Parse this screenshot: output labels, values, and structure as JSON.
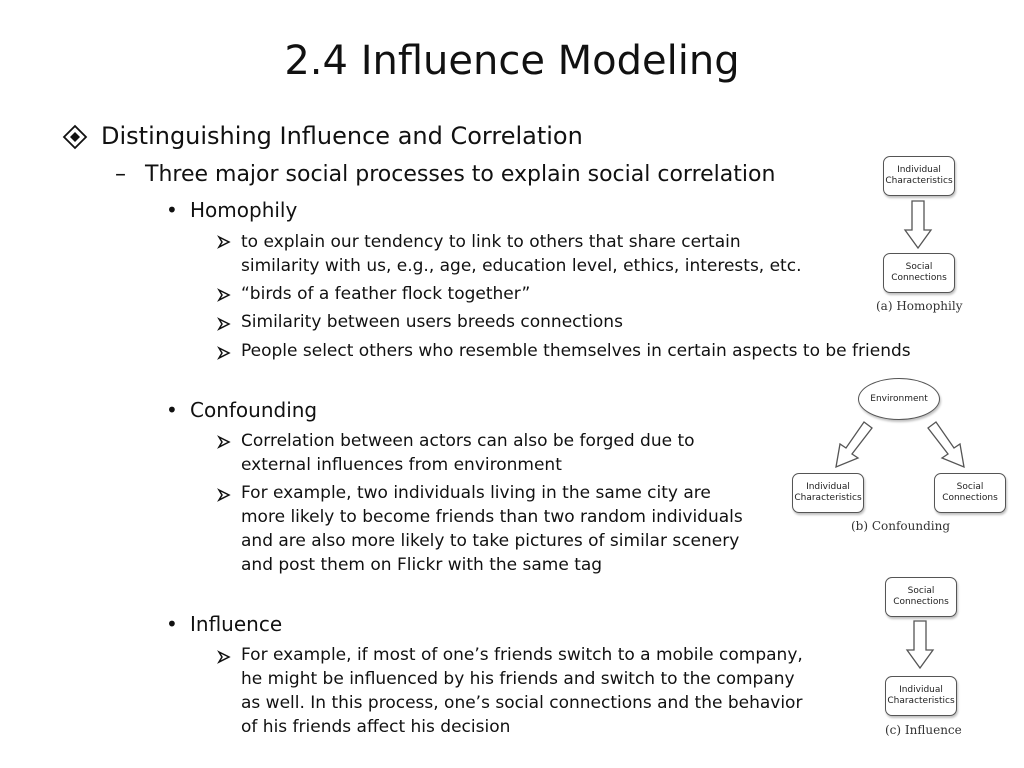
{
  "slide": {
    "title": "2.4 Influence Modeling",
    "heading": "Distinguishing Influence and Correlation",
    "subheading": "Three major social processes to explain social correlation",
    "sections": {
      "homophily": {
        "label": "Homophily",
        "items": [
          [
            "to explain our tendency to link to others that share certain",
            "similarity with us, e.g., age, education level, ethics, interests, etc."
          ],
          [
            "“birds of a feather flock together”"
          ],
          [
            "Similarity between users breeds connections"
          ],
          [
            "People select others who resemble themselves in certain aspects to be friends"
          ]
        ]
      },
      "confounding": {
        "label": "Confounding",
        "items": [
          [
            "Correlation between actors can also be forged due to",
            "external influences from environment"
          ],
          [
            "For example, two individuals living in the same city are",
            "more likely to become friends than two random individuals",
            "and are also more likely to take pictures of similar scenery",
            "and post them on Flickr with the same tag"
          ]
        ]
      },
      "influence": {
        "label": "Influence",
        "items": [
          [
            "For example, if most of one’s friends switch to a mobile company,",
            "he might be influenced by his friends and switch to the company",
            "as well. In this process, one’s social connections and the behavior",
            "of his friends affect his decision"
          ]
        ]
      }
    }
  },
  "diagrams": {
    "homophily": {
      "top": [
        "Individual",
        "Characteristics"
      ],
      "bottom": [
        "Social",
        "Connections"
      ],
      "caption": "(a) Homophily"
    },
    "confounding": {
      "top": "Environment",
      "left": [
        "Individual",
        "Characteristics"
      ],
      "right": [
        "Social",
        "Connections"
      ],
      "caption": "(b) Confounding"
    },
    "influence": {
      "top": [
        "Social",
        "Connections"
      ],
      "bottom": [
        "Individual",
        "Characteristics"
      ],
      "caption": "(c) Influence"
    }
  },
  "icons": {
    "level1": "diamond-bullet-icon",
    "level2": "en-dash",
    "level3": "round-bullet",
    "level4": "arrowhead-bullet-icon"
  }
}
